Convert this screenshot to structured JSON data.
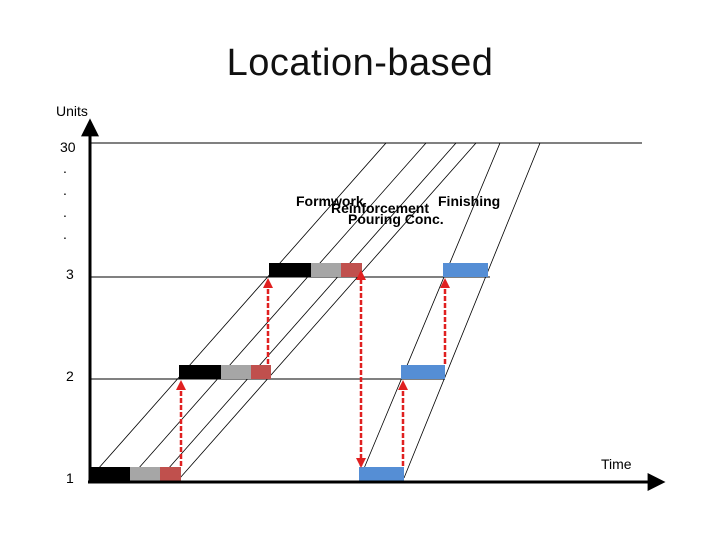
{
  "title": "Location-based",
  "axes": {
    "y_label": "Units",
    "x_label": "Time",
    "y_ticks": [
      "1",
      "2",
      "3",
      "30"
    ],
    "ellipsis_dots": [
      ".",
      ".",
      ".",
      "."
    ]
  },
  "activities": {
    "formwork": "Formwork",
    "reinforcement": "Reinforcement",
    "pouring": "Pouring Conc.",
    "finishing": "Finishing"
  },
  "colors": {
    "formwork": "#000000",
    "reinforcement": "#a6a6a6",
    "pouring": "#c0504d",
    "finishing": "#558ed5",
    "arrow_red": "#e02020",
    "lines": "#000000"
  }
}
